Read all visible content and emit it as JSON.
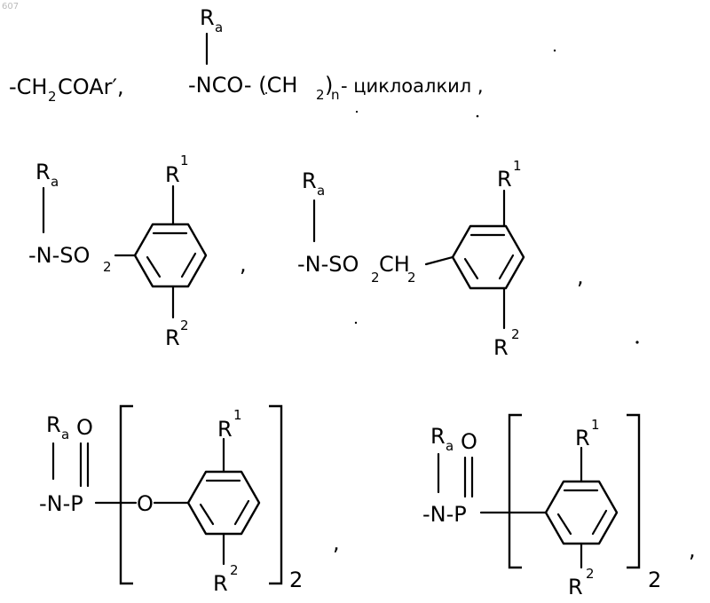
{
  "page_number": "607",
  "row1": {
    "f1": {
      "pre": "-CH",
      "sub": "2",
      "post": "COAr′,"
    },
    "f2": {
      "ra": "R",
      "ra_sub": "a",
      "main": "-NCO- (CH",
      "sub": "2",
      "close": ")",
      "n": "n",
      "tail": "- циклоалкил ,"
    }
  },
  "row2": {
    "s1": {
      "ra": "R",
      "ra_sub": "a",
      "chain": "-N-SO",
      "chain_sub": "2",
      "r1": "R",
      "r1_sup": "1",
      "r2": "R",
      "r2_sup": "2",
      "sep": ","
    },
    "s2": {
      "ra": "R",
      "ra_sub": "a",
      "chain": "-N-SO",
      "chain_sub": "2",
      "chain_mid": "CH",
      "chain_sub2": "2",
      "r1": "R",
      "r1_sup": "1",
      "r2": "R",
      "r2_sup": "2",
      "sep": ","
    }
  },
  "row3": {
    "p1": {
      "ra": "R",
      "ra_sub": "a",
      "oxo": "O",
      "chain": "-N-P",
      "ether": "O",
      "r1": "R",
      "r1_sup": "1",
      "r2": "R",
      "r2_sup": "2",
      "mult": "2",
      "sep": ","
    },
    "p2": {
      "ra": "R",
      "ra_sub": "a",
      "oxo": "O",
      "chain": "-N-P",
      "r1": "R",
      "r1_sup": "1",
      "r2": "R",
      "r2_sup": "2",
      "mult": "2",
      "sep": ","
    }
  }
}
